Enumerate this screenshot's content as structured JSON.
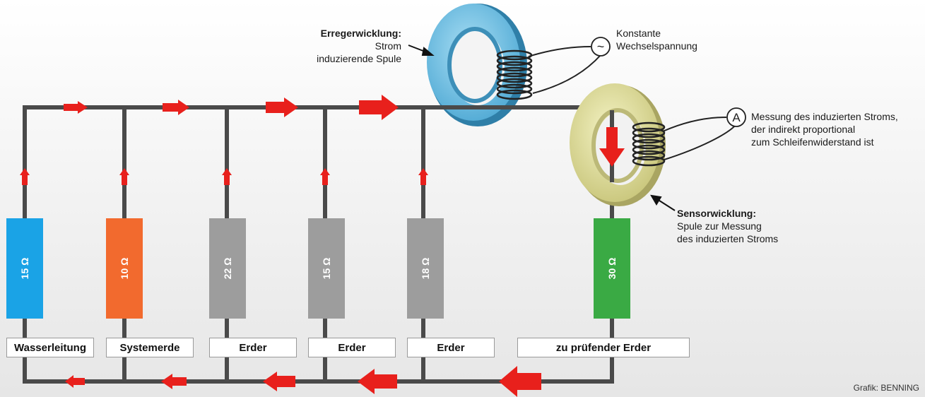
{
  "resistors": [
    {
      "value": "15 Ω",
      "color": "#1aa3e6",
      "label": "Wasserleitung"
    },
    {
      "value": "10 Ω",
      "color": "#f26a2e",
      "label": "Systemerde"
    },
    {
      "value": "22 Ω",
      "color": "#9d9d9d",
      "label": "Erder"
    },
    {
      "value": "15 Ω",
      "color": "#9d9d9d",
      "label": "Erder"
    },
    {
      "value": "18 Ω",
      "color": "#9d9d9d",
      "label": "Erder"
    },
    {
      "value": "30 Ω",
      "color": "#3aaa44",
      "label": "zu prüfender Erder"
    }
  ],
  "excitation": {
    "title": "Erregerwicklung:",
    "line1": "Strom",
    "line2": "induzierende Spule",
    "ring_color": "#8ed0ee"
  },
  "voltage_source": {
    "symbol": "~",
    "line1": "Konstante",
    "line2": "Wechselspannung"
  },
  "ammeter": {
    "symbol": "A",
    "line1": "Messung des induzierten Stroms,",
    "line2": "der indirekt proportional",
    "line3": "zum Schleifenwiderstand ist"
  },
  "sensor": {
    "title": "Sensorwicklung:",
    "line1": "Spule zur Messung",
    "line2": "des induzierten Stroms",
    "ring_color": "#eceaa8"
  },
  "credit": "Grafik: BENNING",
  "colors": {
    "arrow": "#e8201c",
    "wire": "#4a4a4a"
  }
}
